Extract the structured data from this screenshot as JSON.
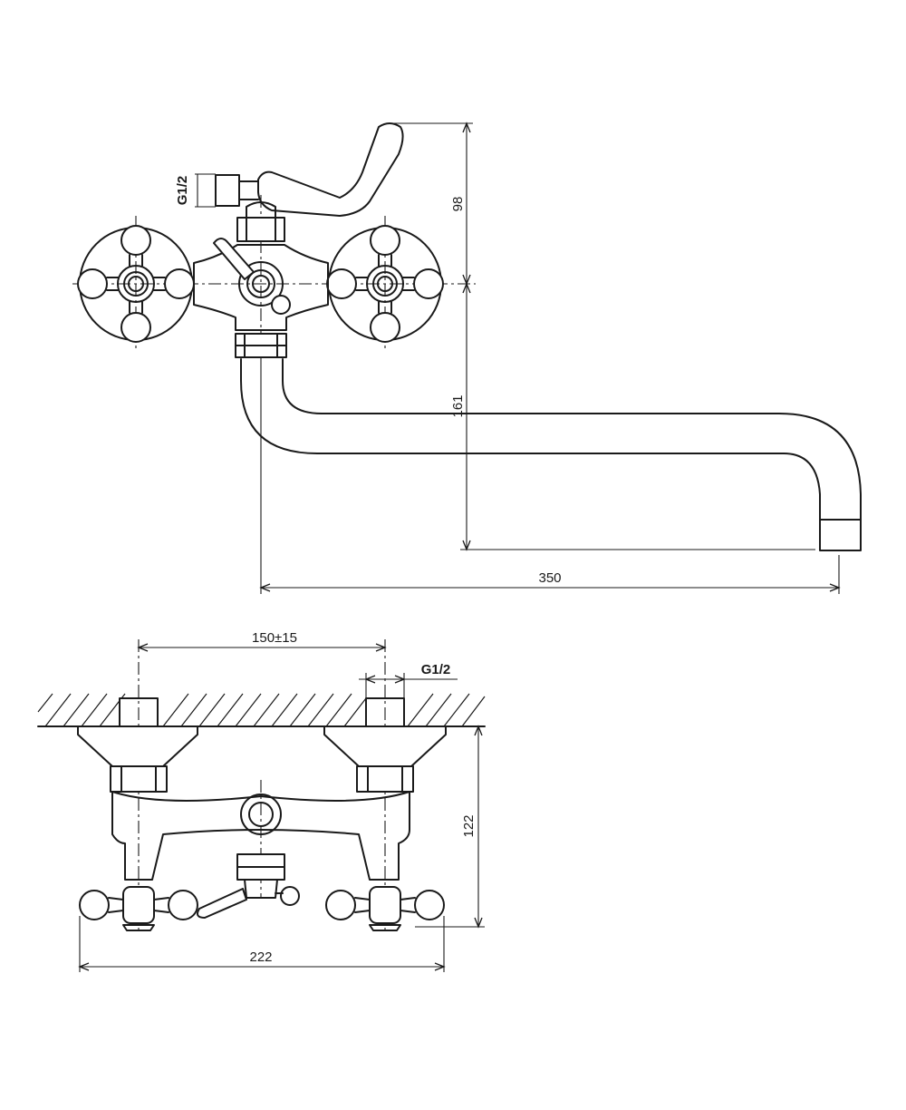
{
  "drawing": {
    "front_view": {
      "thread_label": "G1/2",
      "dim_spout_reach": "350",
      "dim_lever_height": "98",
      "dim_spout_drop": "161"
    },
    "bottom_view": {
      "dim_centres": "150±15",
      "thread_label": "G1/2",
      "dim_overall_width": "222",
      "dim_depth": "122"
    }
  }
}
